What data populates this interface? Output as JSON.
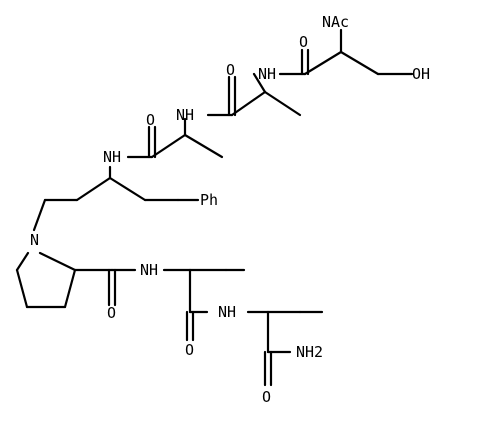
{
  "labels": {
    "nac": "NAc",
    "oh": "OH",
    "o_ser": "O",
    "nh_ala2": "NH",
    "o_ala2": "O",
    "nh_ala1": "NH",
    "o_ala1": "O",
    "nh_phe": "NH",
    "ph": "Ph",
    "n_pro": "N",
    "nh_val1": "NH",
    "o_pro": "O",
    "nh_val2": "NH",
    "o_val1": "O",
    "nh2": "NH2",
    "o_amide": "O"
  }
}
